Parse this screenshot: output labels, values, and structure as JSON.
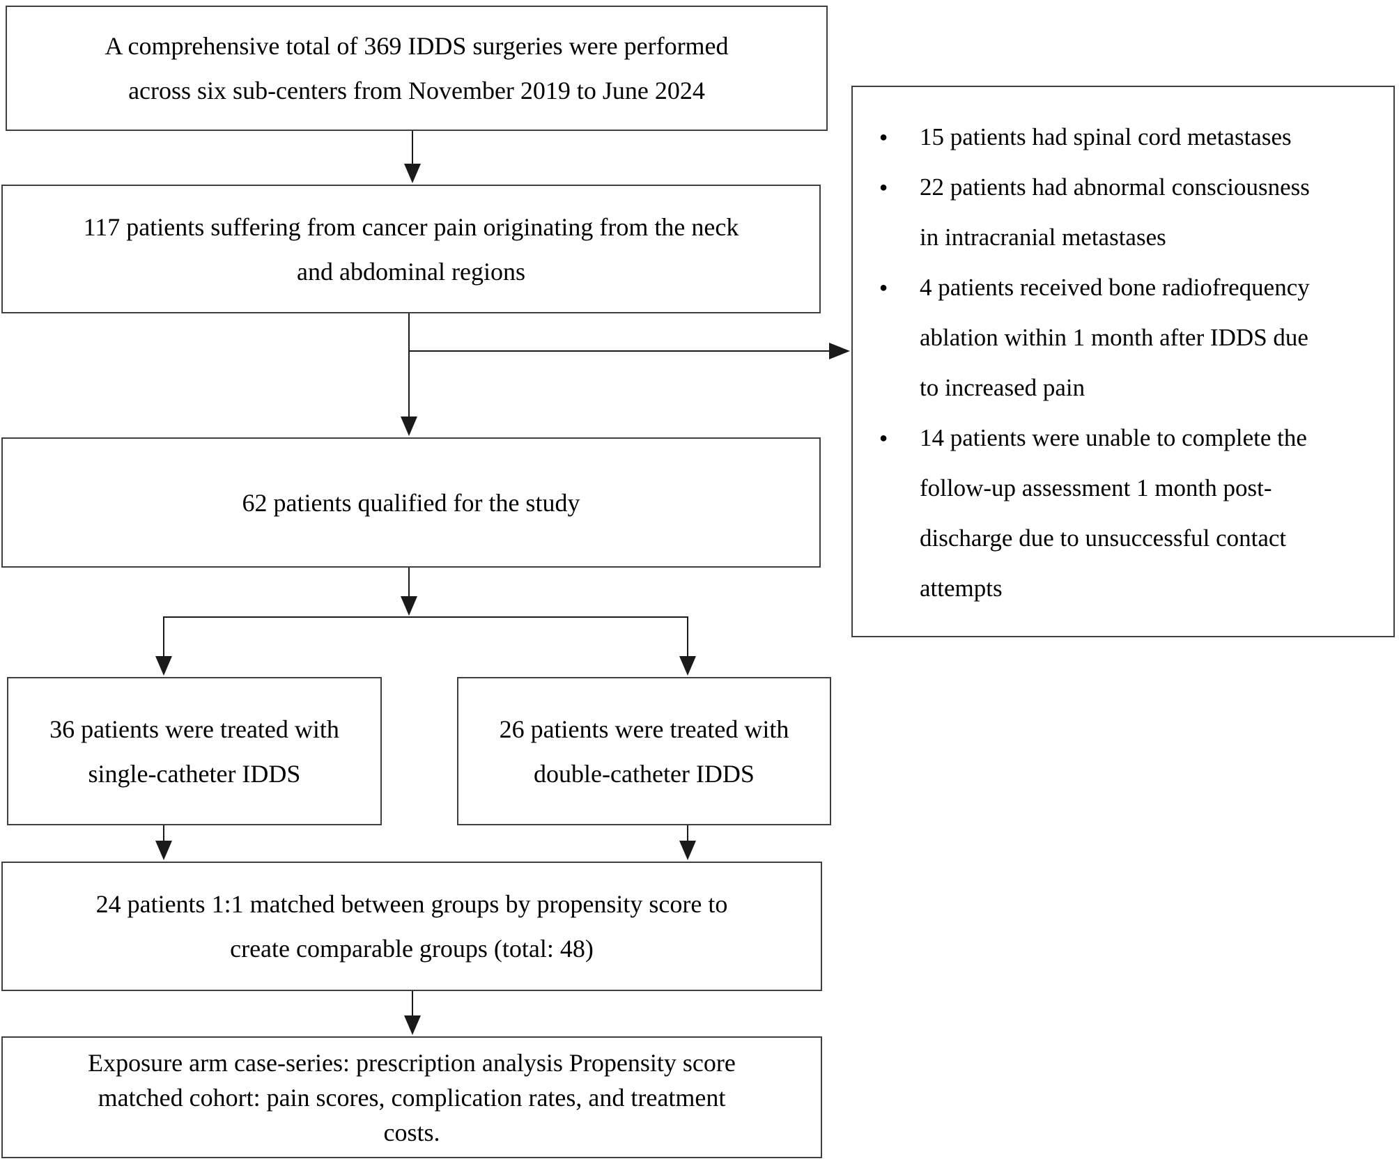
{
  "boxes": {
    "total": {
      "lines": [
        "A comprehensive total of 369 IDDS surgeries were performed",
        "across six sub-centers from November 2019 to June 2024"
      ]
    },
    "cancer_pain": {
      "lines": [
        "117 patients suffering from cancer pain originating from the neck",
        "and abdominal regions"
      ]
    },
    "qualified": {
      "lines": [
        "62 patients qualified for the study"
      ]
    },
    "single_catheter": {
      "lines": [
        "36 patients were treated with",
        "single-catheter IDDS"
      ]
    },
    "double_catheter": {
      "lines": [
        "26 patients were treated with",
        "double-catheter IDDS"
      ]
    },
    "matched": {
      "lines": [
        "24 patients  1:1 matched between groups by propensity score to",
        "create comparable groups (total: 48)"
      ]
    },
    "outcome": {
      "lines": [
        "Exposure arm case-series: prescription analysis Propensity score",
        "matched cohort: pain scores, complication rates, and treatment",
        "costs."
      ]
    }
  },
  "exclusions": {
    "items": [
      {
        "lines": [
          "15 patients had spinal cord metastases"
        ]
      },
      {
        "lines": [
          "22 patients had abnormal consciousness",
          "in intracranial metastases"
        ]
      },
      {
        "lines": [
          "4 patients received bone radiofrequency",
          "ablation within 1 month after IDDS due",
          "to increased pain"
        ]
      },
      {
        "lines": [
          "14 patients were unable to complete the",
          "follow-up assessment 1 month post-",
          "discharge due to unsuccessful contact",
          "attempts"
        ]
      }
    ]
  },
  "colors": {
    "background": "#ffffff",
    "text": "#000000",
    "box_border": "#3f3f3f",
    "connector": "#1a1a1a"
  }
}
